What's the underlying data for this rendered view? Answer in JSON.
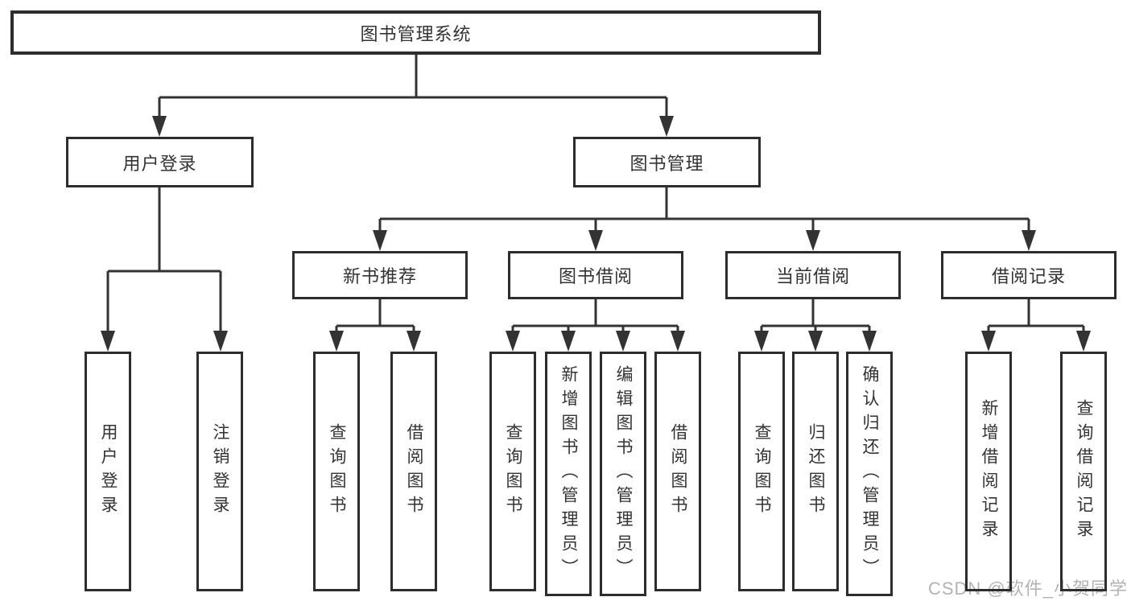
{
  "diagram": {
    "root": "图书管理系统",
    "branches": [
      {
        "label": "用户登录",
        "leaves": [
          "用户登录",
          "注销登录"
        ]
      },
      {
        "label": "图书管理",
        "groups": [
          {
            "label": "新书推荐",
            "leaves": [
              "查询图书",
              "借阅图书"
            ]
          },
          {
            "label": "图书借阅",
            "leaves": [
              "查询图书",
              "新增图书（管理员）",
              "编辑图书（管理员）",
              "借阅图书"
            ]
          },
          {
            "label": "当前借阅",
            "leaves": [
              "查询图书",
              "归还图书",
              "确认归还（管理员）"
            ]
          },
          {
            "label": "借阅记录",
            "leaves": [
              "新增借阅记录",
              "查询借阅记录"
            ]
          }
        ]
      }
    ],
    "line_color": "#333333",
    "border_color": "#2d2d2d",
    "background_color": "#ffffff"
  },
  "watermark": {
    "text": "CSDN @软件_小贺同学"
  }
}
